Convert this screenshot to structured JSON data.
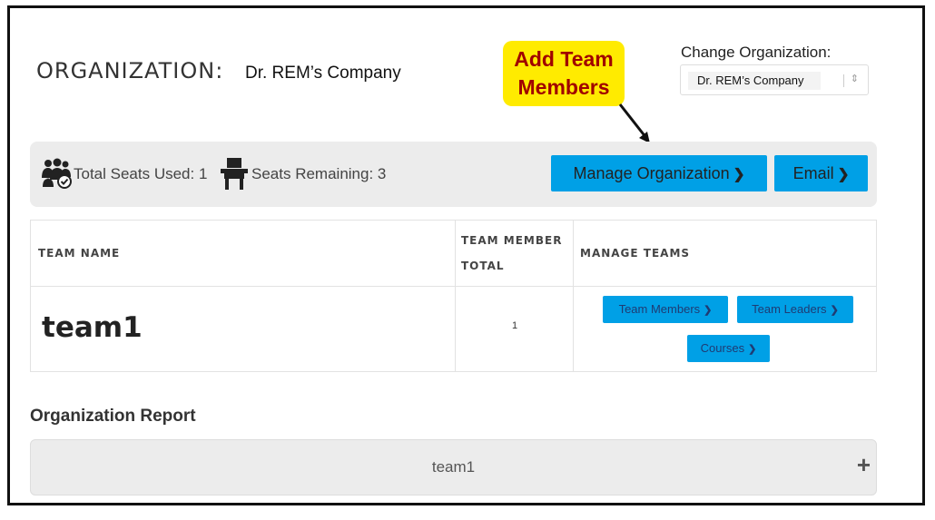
{
  "header": {
    "org_label": "ORGANIZATION:",
    "org_name": "Dr. REM’s Company",
    "change_org_label": "Change Organization:",
    "change_org_selected": "Dr. REM’s Company"
  },
  "callout": {
    "line1": "Add Team",
    "line2": "Members",
    "bg_color": "#ffeb00",
    "text_color": "#a00000"
  },
  "seats": {
    "used_label": "Total Seats Used: 1",
    "remaining_label": "Seats Remaining: 3",
    "used_icon": "group-check-icon",
    "remaining_icon": "school-desk-icon"
  },
  "actions": {
    "manage_org": "Manage Organization",
    "email": "Email",
    "accent_color": "#00a0e6"
  },
  "table": {
    "headers": {
      "team_name": "TEAM NAME",
      "member_total_line1": "TEAM MEMBER",
      "member_total_line2": "TOTAL",
      "manage_teams": "MANAGE TEAMS"
    },
    "rows": [
      {
        "team_name": "team1",
        "member_total": "1",
        "buttons": {
          "members": "Team Members",
          "leaders": "Team Leaders",
          "courses": "Courses"
        }
      }
    ]
  },
  "report": {
    "title": "Organization Report",
    "items": [
      {
        "label": "team1",
        "expand_icon": "plus-icon"
      }
    ]
  }
}
